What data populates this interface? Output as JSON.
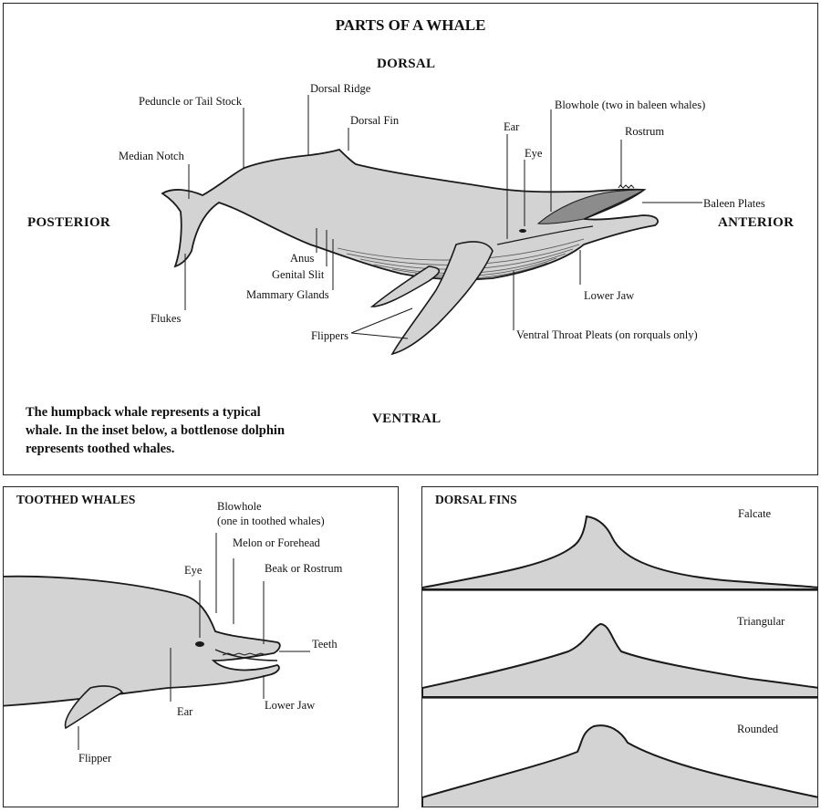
{
  "main": {
    "title": "PARTS OF A WHALE",
    "directions": {
      "dorsal": "DORSAL",
      "ventral": "VENTRAL",
      "posterior": "POSTERIOR",
      "anterior": "ANTERIOR"
    },
    "labels": {
      "peduncle": "Peduncle or Tail Stock",
      "dorsal_ridge": "Dorsal Ridge",
      "dorsal_fin": "Dorsal Fin",
      "ear": "Ear",
      "blowhole": "Blowhole (two in baleen whales)",
      "eye": "Eye",
      "rostrum": "Rostrum",
      "median_notch": "Median Notch",
      "baleen_plates": "Baleen Plates",
      "anus": "Anus",
      "genital_slit": "Genital Slit",
      "mammary_glands": "Mammary Glands",
      "lower_jaw": "Lower Jaw",
      "flukes": "Flukes",
      "flippers": "Flippers",
      "throat_pleats": "Ventral Throat Pleats (on rorquals only)"
    },
    "caption": "The humpback whale represents a typical whale. In the inset below, a bottlenose dolphin represents toothed whales."
  },
  "toothed": {
    "title": "TOOTHED WHALES",
    "labels": {
      "blowhole_line1": "Blowhole",
      "blowhole_line2": "(one in toothed whales)",
      "melon": "Melon or Forehead",
      "eye": "Eye",
      "beak": "Beak or Rostrum",
      "teeth": "Teeth",
      "ear": "Ear",
      "lower_jaw": "Lower Jaw",
      "flipper": "Flipper"
    }
  },
  "fins": {
    "title": "DORSAL FINS",
    "types": [
      "Falcate",
      "Triangular",
      "Rounded"
    ]
  },
  "colors": {
    "body_fill": "#d3d3d3",
    "outline": "#1a1a1a",
    "baleen": "#8c8c8c"
  }
}
